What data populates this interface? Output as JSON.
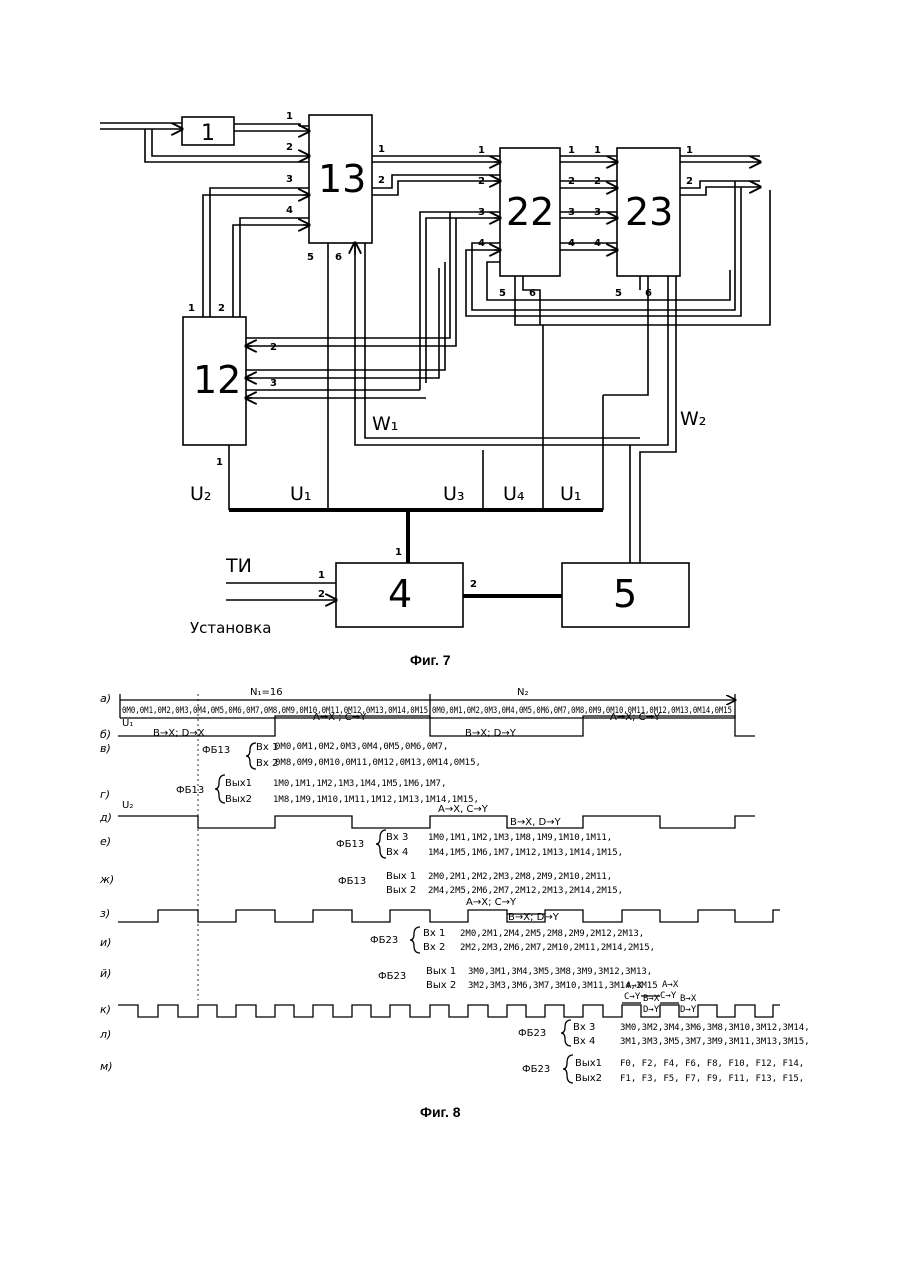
{
  "fig7": {
    "blocks": {
      "b1": "1",
      "b13": "13",
      "b22": "22",
      "b23": "23",
      "b12": "12",
      "b4": "4",
      "b5": "5"
    },
    "labels": {
      "w1": "W₁",
      "w2": "W₂",
      "u2": "U₂",
      "u1a": "U₁",
      "u3": "U₃",
      "u4": "U₄",
      "u1b": "U₁",
      "ti": "ТИ",
      "ustanovka": "Установка"
    },
    "caption": "Фиг. 7"
  },
  "fig8": {
    "caption": "Фиг. 8",
    "row_letters": [
      "а)",
      "б)",
      "в)",
      "г)",
      "д)",
      "е)",
      "ж)",
      "з)",
      "и)",
      "й)",
      "к)",
      "л)",
      "м)"
    ],
    "n1": "N₁=16",
    "n2": "N₂",
    "seq_left": "0M0,0M1,0M2,0M3,0M4,0M5,0M6,0M7,0M8,0M9,0M10,0M11,0M12,0M13,0M14,0M15",
    "seq_right": "0M0,0M1,0M2,0M3,0M4,0M5,0M6,0M7,0M8,0M9,0M10,0M11,0M12,0M13,0M14,0M15",
    "u1": "U₁",
    "u2": "U₂",
    "b_text1": "B→X; D→X",
    "b_text2": "A→X ; C→Y",
    "b_text3": "B→X; D→Y",
    "b_text4": "A→X; C→Y",
    "v_block": "ФБ13",
    "v_in1": "Вх 1",
    "v_in2": "Вх 2",
    "v_seq1": "0M0,0M1,0M2,0M3,0M4,0M5,0M6,0M7,",
    "v_seq2": "0M8,0M9,0M10,0M11,0M12,0M13,0M14,0M15,",
    "g_block": "ФБ13",
    "g_out1": "Вых1",
    "g_out2": "Вых2",
    "g_seq1": "1M0,1M1,1M2,1M3,1M4,1M5,1M6,1M7,",
    "g_seq2": "1M8,1M9,1M10,1M11,1M12,1M13,1M14,1M15,",
    "d_text1": "A→X, C→Y",
    "d_text2": "B→X, D→Y",
    "e_block": "ФБ13",
    "e_in1": "Вх 3",
    "e_in2": "Вх 4",
    "e_seq1": "1M0,1M1,1M2,1M3,1M8,1M9,1M10,1M11,",
    "e_seq2": "1M4,1M5,1M6,1M7,1M12,1M13,1M14,1M15,",
    "zh_block": "ФБ13",
    "zh_out1": "Вых 1",
    "zh_out2": "Вых 2",
    "zh_seq1": "2M0,2M1,2M2,2M3,2M8,2M9,2M10,2M11,",
    "zh_seq2": "2M4,2M5,2M6,2M7,2M12,2M13,2M14,2M15,",
    "z_text1": "A→X; C→Y",
    "z_text2": "B→X; D→Y",
    "i_block": "ФБ23",
    "i_in1": "Вх 1",
    "i_in2": "Вх 2",
    "i_seq1": "2M0,2M1,2M4,2M5,2M8,2M9,2M12,2M13,",
    "i_seq2": "2M2,2M3,2M6,2M7,2M10,2M11,2M14,2M15,",
    "j_block": "ФБ23",
    "j_out1": "Вых 1",
    "j_out2": "Вых 2",
    "j_seq1": "3M0,3M1,3M4,3M5,3M8,3M9,3M12,3M13,",
    "j_seq2": "3M2,3M3,3M6,3M7,3M10,3M11,3M14,3M15",
    "k_ax": "A→X",
    "k_cy": "C→Y",
    "k_bx": "B→X",
    "k_dy": "D→Y",
    "l_block": "ФБ23",
    "l_in1": "Вх 3",
    "l_in2": "Вх 4",
    "l_seq1": "3M0,3M2,3M4,3M6,3M8,3M10,3M12,3M14,",
    "l_seq2": "3M1,3M3,3M5,3M7,3M9,3M11,3M13,3M15,",
    "m_block": "ФБ23",
    "m_out1": "Вых1",
    "m_out2": "Вых2",
    "m_seq1": "F0, F2, F4, F6, F8, F10, F12, F14,",
    "m_seq2": "F1, F3, F5, F7, F9, F11, F13, F15,"
  }
}
